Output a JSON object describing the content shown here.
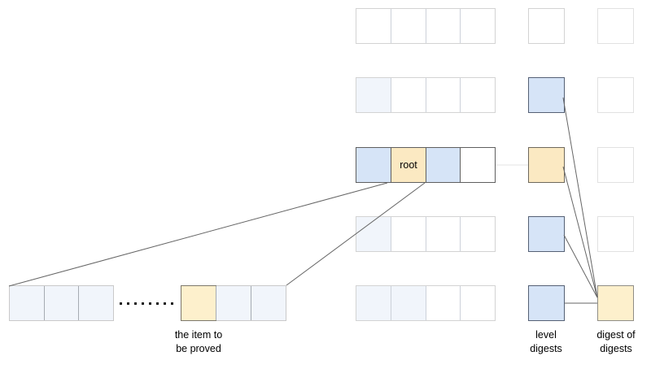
{
  "diagram": {
    "labels": {
      "root": "root",
      "item_line1": "the item to",
      "item_line2": "be proved",
      "level_line1": "level",
      "level_line2": "digests",
      "digest_line1": "digest of",
      "digest_line2": "digests"
    },
    "dots_count": 8,
    "grid": {
      "main_rows": [
        {
          "cells": [
            "white",
            "white",
            "white",
            "white"
          ]
        },
        {
          "cells": [
            "faint",
            "white",
            "white",
            "white"
          ]
        },
        {
          "cells": [
            "blue",
            "yellow",
            "blue",
            "white"
          ]
        },
        {
          "cells": [
            "faint",
            "white",
            "white",
            "white"
          ]
        },
        {
          "cells": [
            "faint",
            "faint",
            "white",
            "white"
          ]
        }
      ],
      "level_digest_cells": [
        "white-plain",
        "blue",
        "yellow",
        "blue",
        "blue"
      ],
      "digest_cells": [
        "white-faint",
        "white-faint",
        "white-faint",
        "white-faint",
        "cream"
      ],
      "left_leaf_cells": [
        "faint",
        "faint",
        "faint"
      ],
      "right_leaf_cells": [
        "item",
        "faint",
        "faint"
      ]
    }
  },
  "colors": {
    "white_fill": "#ffffff",
    "blue_fill": "#d6e4f7",
    "faint_fill": "#f1f5fb",
    "yellow_fill": "#fbe9c2",
    "cream_fill": "#fdf0cc",
    "dark_border": "#5f5f5f",
    "blue_border": "#556175",
    "olive_border": "#6e695d",
    "digest_border": "#908e86",
    "item_border": "#7d786c",
    "light_border": "#d3d3d3",
    "divider": "#ccd1d9",
    "leaf_border": "#c9c9c9",
    "leaf_divider": "#a6abb2",
    "faint_border": "#e1e1e1",
    "line_dark": "#666666",
    "line_light": "#e3e3e3",
    "dot_color": "#1a1a1a",
    "text_color": "#000000"
  }
}
